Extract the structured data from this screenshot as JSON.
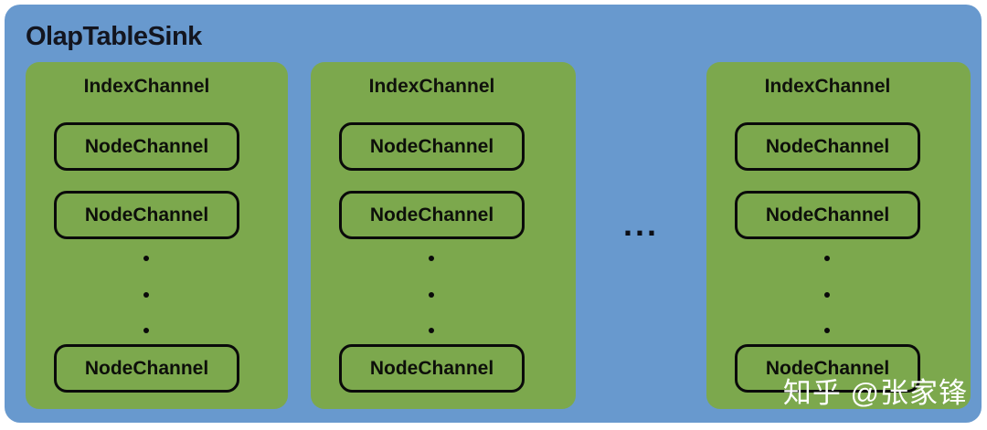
{
  "diagram": {
    "title": "OlapTableSink",
    "ellipsis": "...",
    "watermark": "知乎 @张家锋",
    "columns": [
      {
        "label": "IndexChannel",
        "nodes": [
          "NodeChannel",
          "NodeChannel",
          "NodeChannel"
        ]
      },
      {
        "label": "IndexChannel",
        "nodes": [
          "NodeChannel",
          "NodeChannel",
          "NodeChannel"
        ]
      },
      {
        "label": "IndexChannel",
        "nodes": [
          "NodeChannel",
          "NodeChannel",
          "NodeChannel"
        ]
      }
    ],
    "colors": {
      "container_blue": "#6899CE",
      "channel_green": "#7CA84D",
      "node_border": "#0A0A0A",
      "title_text": "#13151F",
      "watermark_text": "#FFFFFF"
    }
  }
}
